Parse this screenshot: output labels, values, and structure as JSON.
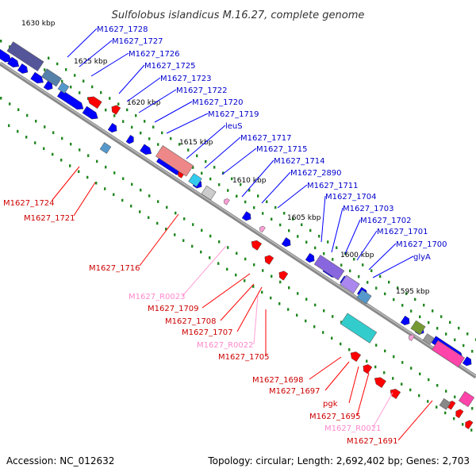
{
  "title": "Sulfolobus islandicus M.16.27, complete genome",
  "footer": {
    "accession": "Accession: NC_012632",
    "summary": "Topology: circular; Length: 2,692,402 bp; Genes: 2,703"
  },
  "colors": {
    "forward_gene": "#0000ff",
    "reverse_gene": "#ff0000",
    "rna_gene": "#ff9fd6",
    "forward_label": "#0000cc",
    "reverse_label": "#cc0000",
    "rna_label": "#ff88cc",
    "backbone": "#666666",
    "tick": "#228822"
  },
  "tick_labels": [
    "1630 kbp",
    "1625 kbp",
    "1620 kbp",
    "1615 kbp",
    "1610 kbp",
    "1605 kbp",
    "1600 kbp",
    "1595 kbp"
  ],
  "forward_labels": [
    "M1627_1728",
    "M1627_1727",
    "M1627_1726",
    "M1627_1725",
    "M1627_1723",
    "M1627_1722",
    "M1627_1720",
    "M1627_1719",
    "leuS",
    "M1627_1717",
    "M1627_1715",
    "M1627_1714",
    "M1627_2890",
    "M1627_1711",
    "M1627_1704",
    "M1627_1703",
    "M1627_1702",
    "M1627_1701",
    "M1627_1700",
    "glyA"
  ],
  "reverse_labels": [
    "M1627_1724",
    "M1627_1721",
    "M1627_1716",
    "M1627_R0023",
    "M1627_1709",
    "M1627_1708",
    "M1627_1707",
    "M1627_R0022",
    "M1627_1705",
    "M1627_1698",
    "M1627_1697",
    "pgk",
    "M1627_1695",
    "M1627_R0021",
    "M1627_1691"
  ]
}
